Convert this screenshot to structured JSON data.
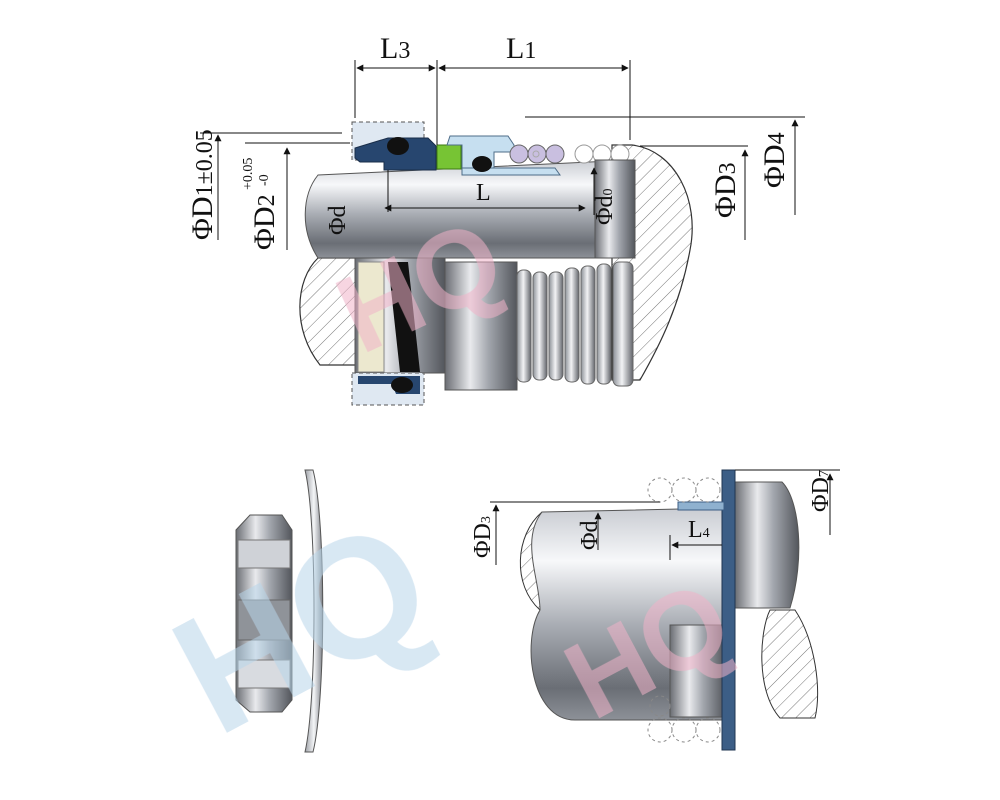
{
  "colors": {
    "metal_dark": "#5e6168",
    "metal_mid": "#b9bcc2",
    "metal_light": "#f2f3f5",
    "gland_blue": "#27466f",
    "seat_blue": "#3c5e86",
    "ring_cyan": "#c6dff0",
    "green_ring": "#77c434",
    "spring_violet": "#c9bfe0",
    "seal_cream": "#ece8cf",
    "watermark_pink": "#f0b3c8",
    "watermark_blue": "#b9d5ea"
  },
  "labels": {
    "L3": "L",
    "L3_sub": "3",
    "L1": "L",
    "L1_sub": "1",
    "L": "L",
    "phi_d": "Φd",
    "phi_d0": "Φd",
    "phi_d0_sub": "0",
    "phi_D3": "ΦD",
    "phi_D3_sub": "3",
    "phi_D4": "ΦD",
    "phi_D4_sub": "4",
    "phi_D1": "ΦD",
    "phi_D1_tol": "1±0.05",
    "phi_D2": "ΦD",
    "phi_D2_sub": "2",
    "phi_D2_tol_up": "+0.05",
    "phi_D2_tol_down": "-0",
    "phi_D3_b": "ΦD",
    "phi_D3_b_sub": "3",
    "phi_d_b": "Φd",
    "L4": "L",
    "L4_sub": "4",
    "phi_D7": "ΦD",
    "phi_D7_sub": "7"
  },
  "watermark": {
    "text": "HQ"
  }
}
